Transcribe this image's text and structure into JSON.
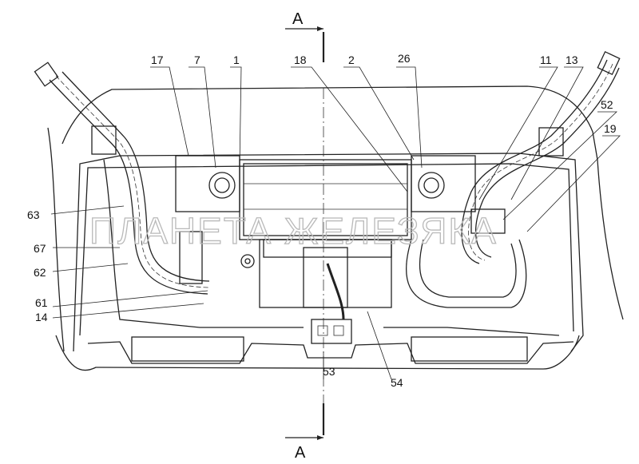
{
  "section": {
    "top_label": "A",
    "bottom_label": "A"
  },
  "watermark": "ПЛАНЕТА ЖЕЛЕЗЯКА",
  "callouts": {
    "c17": "17",
    "c7": "7",
    "c1": "1",
    "c18": "18",
    "c2": "2",
    "c26": "26",
    "c11": "11",
    "c13": "13",
    "c52": "52",
    "c19": "19",
    "c63": "63",
    "c67": "67",
    "c62": "62",
    "c61": "61",
    "c14": "14",
    "c53": "53",
    "c54": "54"
  }
}
